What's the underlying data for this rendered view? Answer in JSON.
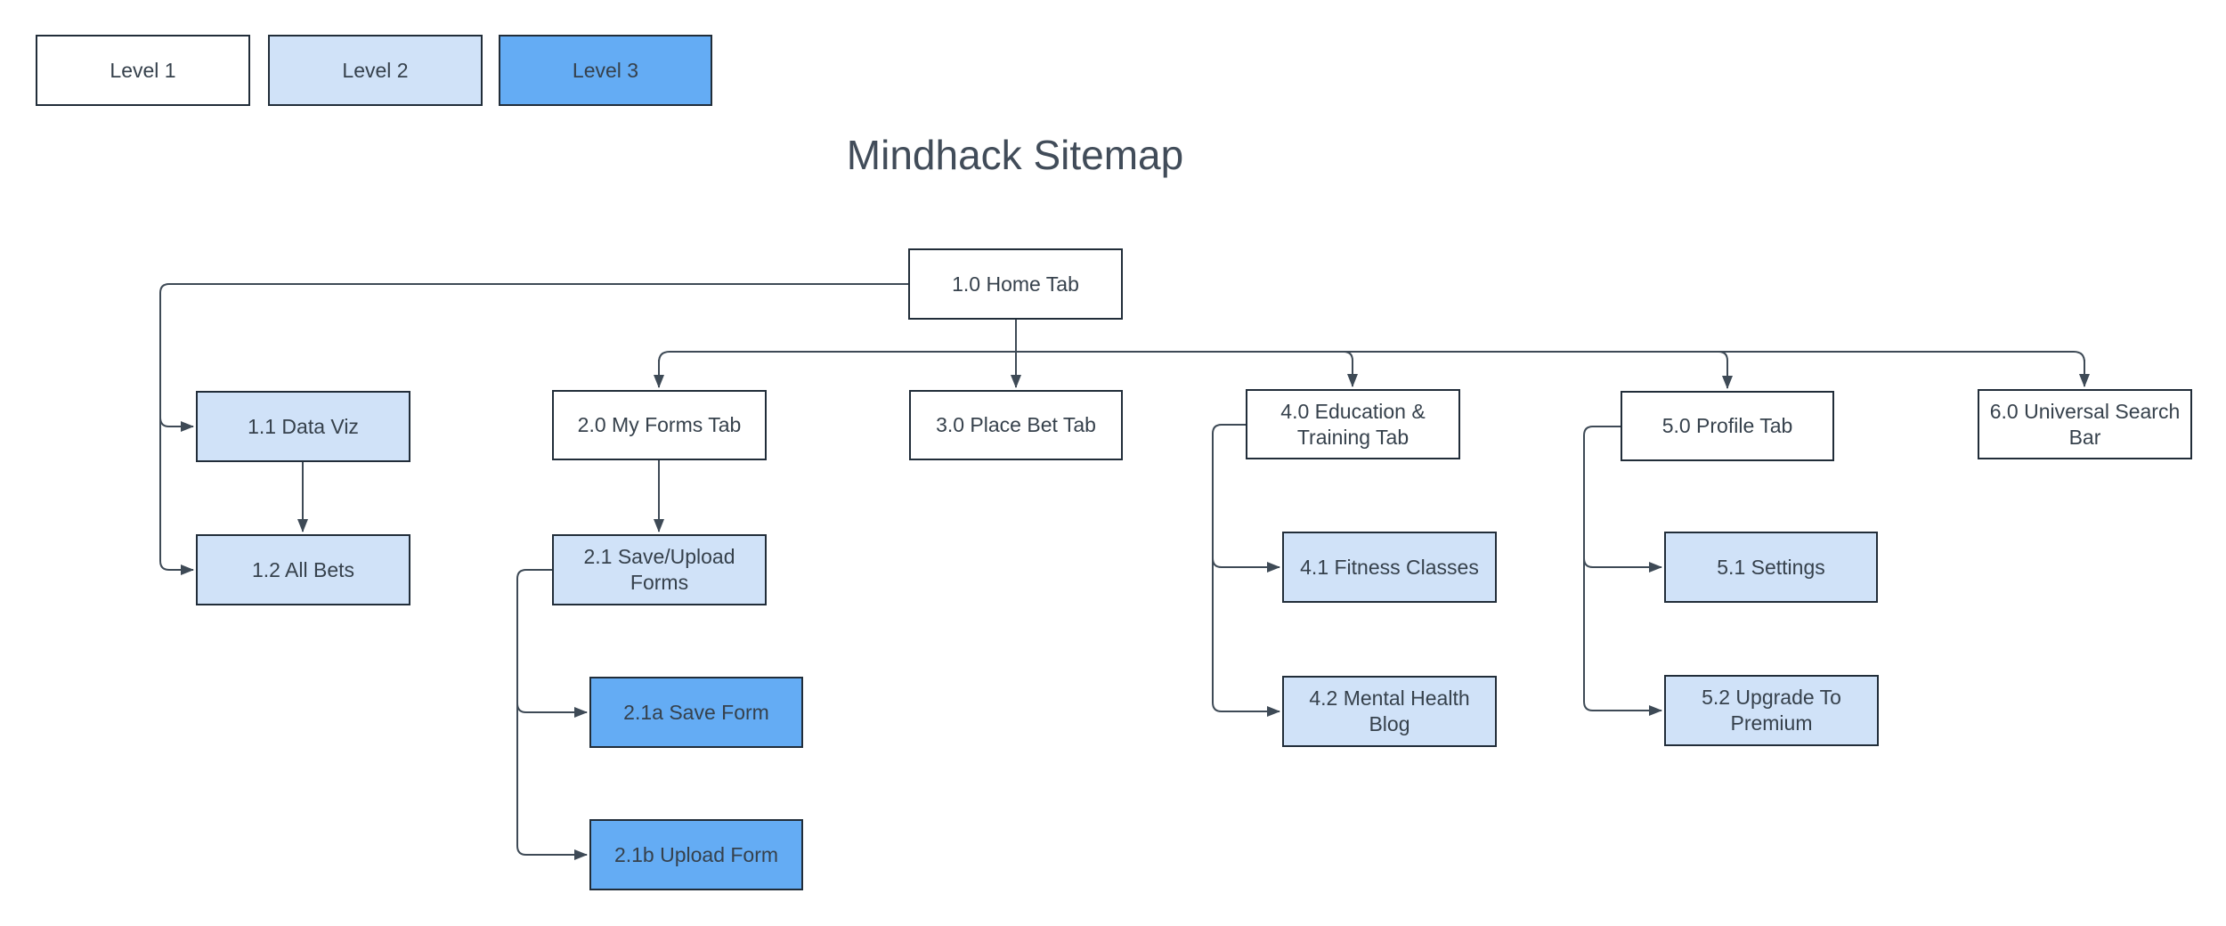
{
  "title": "Mindhack Sitemap",
  "legend": {
    "items": [
      {
        "label": "Level 1",
        "level": 1
      },
      {
        "label": "Level 2",
        "level": 2
      },
      {
        "label": "Level 3",
        "level": 3
      }
    ]
  },
  "nodes": [
    {
      "id": "1.0",
      "label": "1.0 Home Tab",
      "level": 1
    },
    {
      "id": "1.1",
      "label": "1.1 Data Viz",
      "level": 2
    },
    {
      "id": "1.2",
      "label": "1.2 All Bets",
      "level": 2
    },
    {
      "id": "2.0",
      "label": "2.0 My Forms Tab",
      "level": 1
    },
    {
      "id": "2.1",
      "label": "2.1 Save/Upload Forms",
      "level": 2
    },
    {
      "id": "2.1a",
      "label": "2.1a Save Form",
      "level": 3
    },
    {
      "id": "2.1b",
      "label": "2.1b Upload Form",
      "level": 3
    },
    {
      "id": "3.0",
      "label": "3.0 Place Bet Tab",
      "level": 1
    },
    {
      "id": "4.0",
      "label": "4.0 Education & Training Tab",
      "level": 1
    },
    {
      "id": "4.1",
      "label": "4.1 Fitness Classes",
      "level": 2
    },
    {
      "id": "4.2",
      "label": "4.2 Mental Health Blog",
      "level": 2
    },
    {
      "id": "5.0",
      "label": "5.0 Profile Tab",
      "level": 1
    },
    {
      "id": "5.1",
      "label": "5.1 Settings",
      "level": 2
    },
    {
      "id": "5.2",
      "label": "5.2 Upgrade To Premium",
      "level": 2
    },
    {
      "id": "6.0",
      "label": "6.0 Universal Search Bar",
      "level": 1
    }
  ],
  "edges": [
    {
      "from": "1.0",
      "to": "1.1"
    },
    {
      "from": "1.0",
      "to": "1.2"
    },
    {
      "from": "1.0",
      "to": "2.0"
    },
    {
      "from": "1.0",
      "to": "3.0"
    },
    {
      "from": "1.0",
      "to": "4.0"
    },
    {
      "from": "1.0",
      "to": "5.0"
    },
    {
      "from": "1.0",
      "to": "6.0"
    },
    {
      "from": "1.1",
      "to": "1.2"
    },
    {
      "from": "2.0",
      "to": "2.1"
    },
    {
      "from": "2.1",
      "to": "2.1a"
    },
    {
      "from": "2.1",
      "to": "2.1b"
    },
    {
      "from": "4.0",
      "to": "4.1"
    },
    {
      "from": "4.0",
      "to": "4.2"
    },
    {
      "from": "5.0",
      "to": "5.1"
    },
    {
      "from": "5.0",
      "to": "5.2"
    }
  ],
  "colors": {
    "level1_fill": "#ffffff",
    "level2_fill": "#d0e2f8",
    "level3_fill": "#64acf4",
    "node_border": "#212d39",
    "connector": "#3e4a56",
    "node_text": "#36414c",
    "title_text": "#414c59",
    "background": "#ffffff"
  }
}
